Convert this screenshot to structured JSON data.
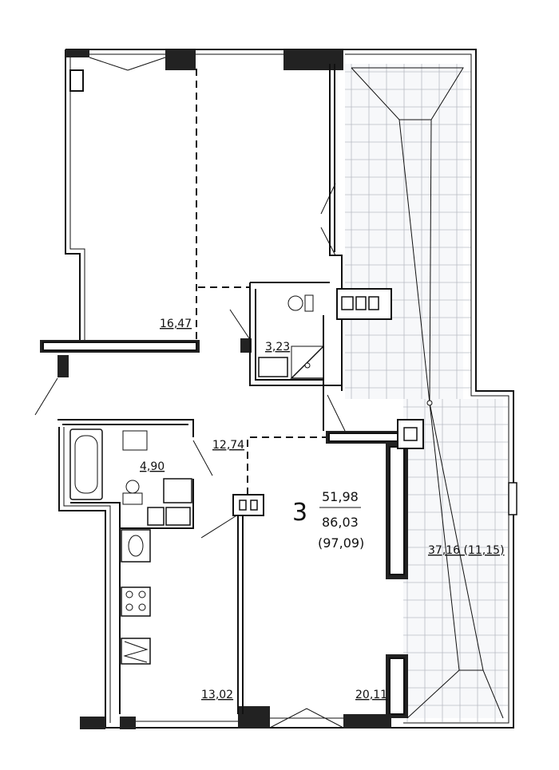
{
  "apartment": {
    "rooms_count": "3",
    "living_area": "51,98",
    "total_area": "86,03",
    "total_with_terrace": "(97,09)"
  },
  "rooms": {
    "bedroom_top_left": "16,47",
    "wc": "3,23",
    "hall": "12,74",
    "bathroom": "4,90",
    "kitchen": "13,02",
    "living_room": "20,11",
    "terrace": "37,16 (11,15)"
  }
}
